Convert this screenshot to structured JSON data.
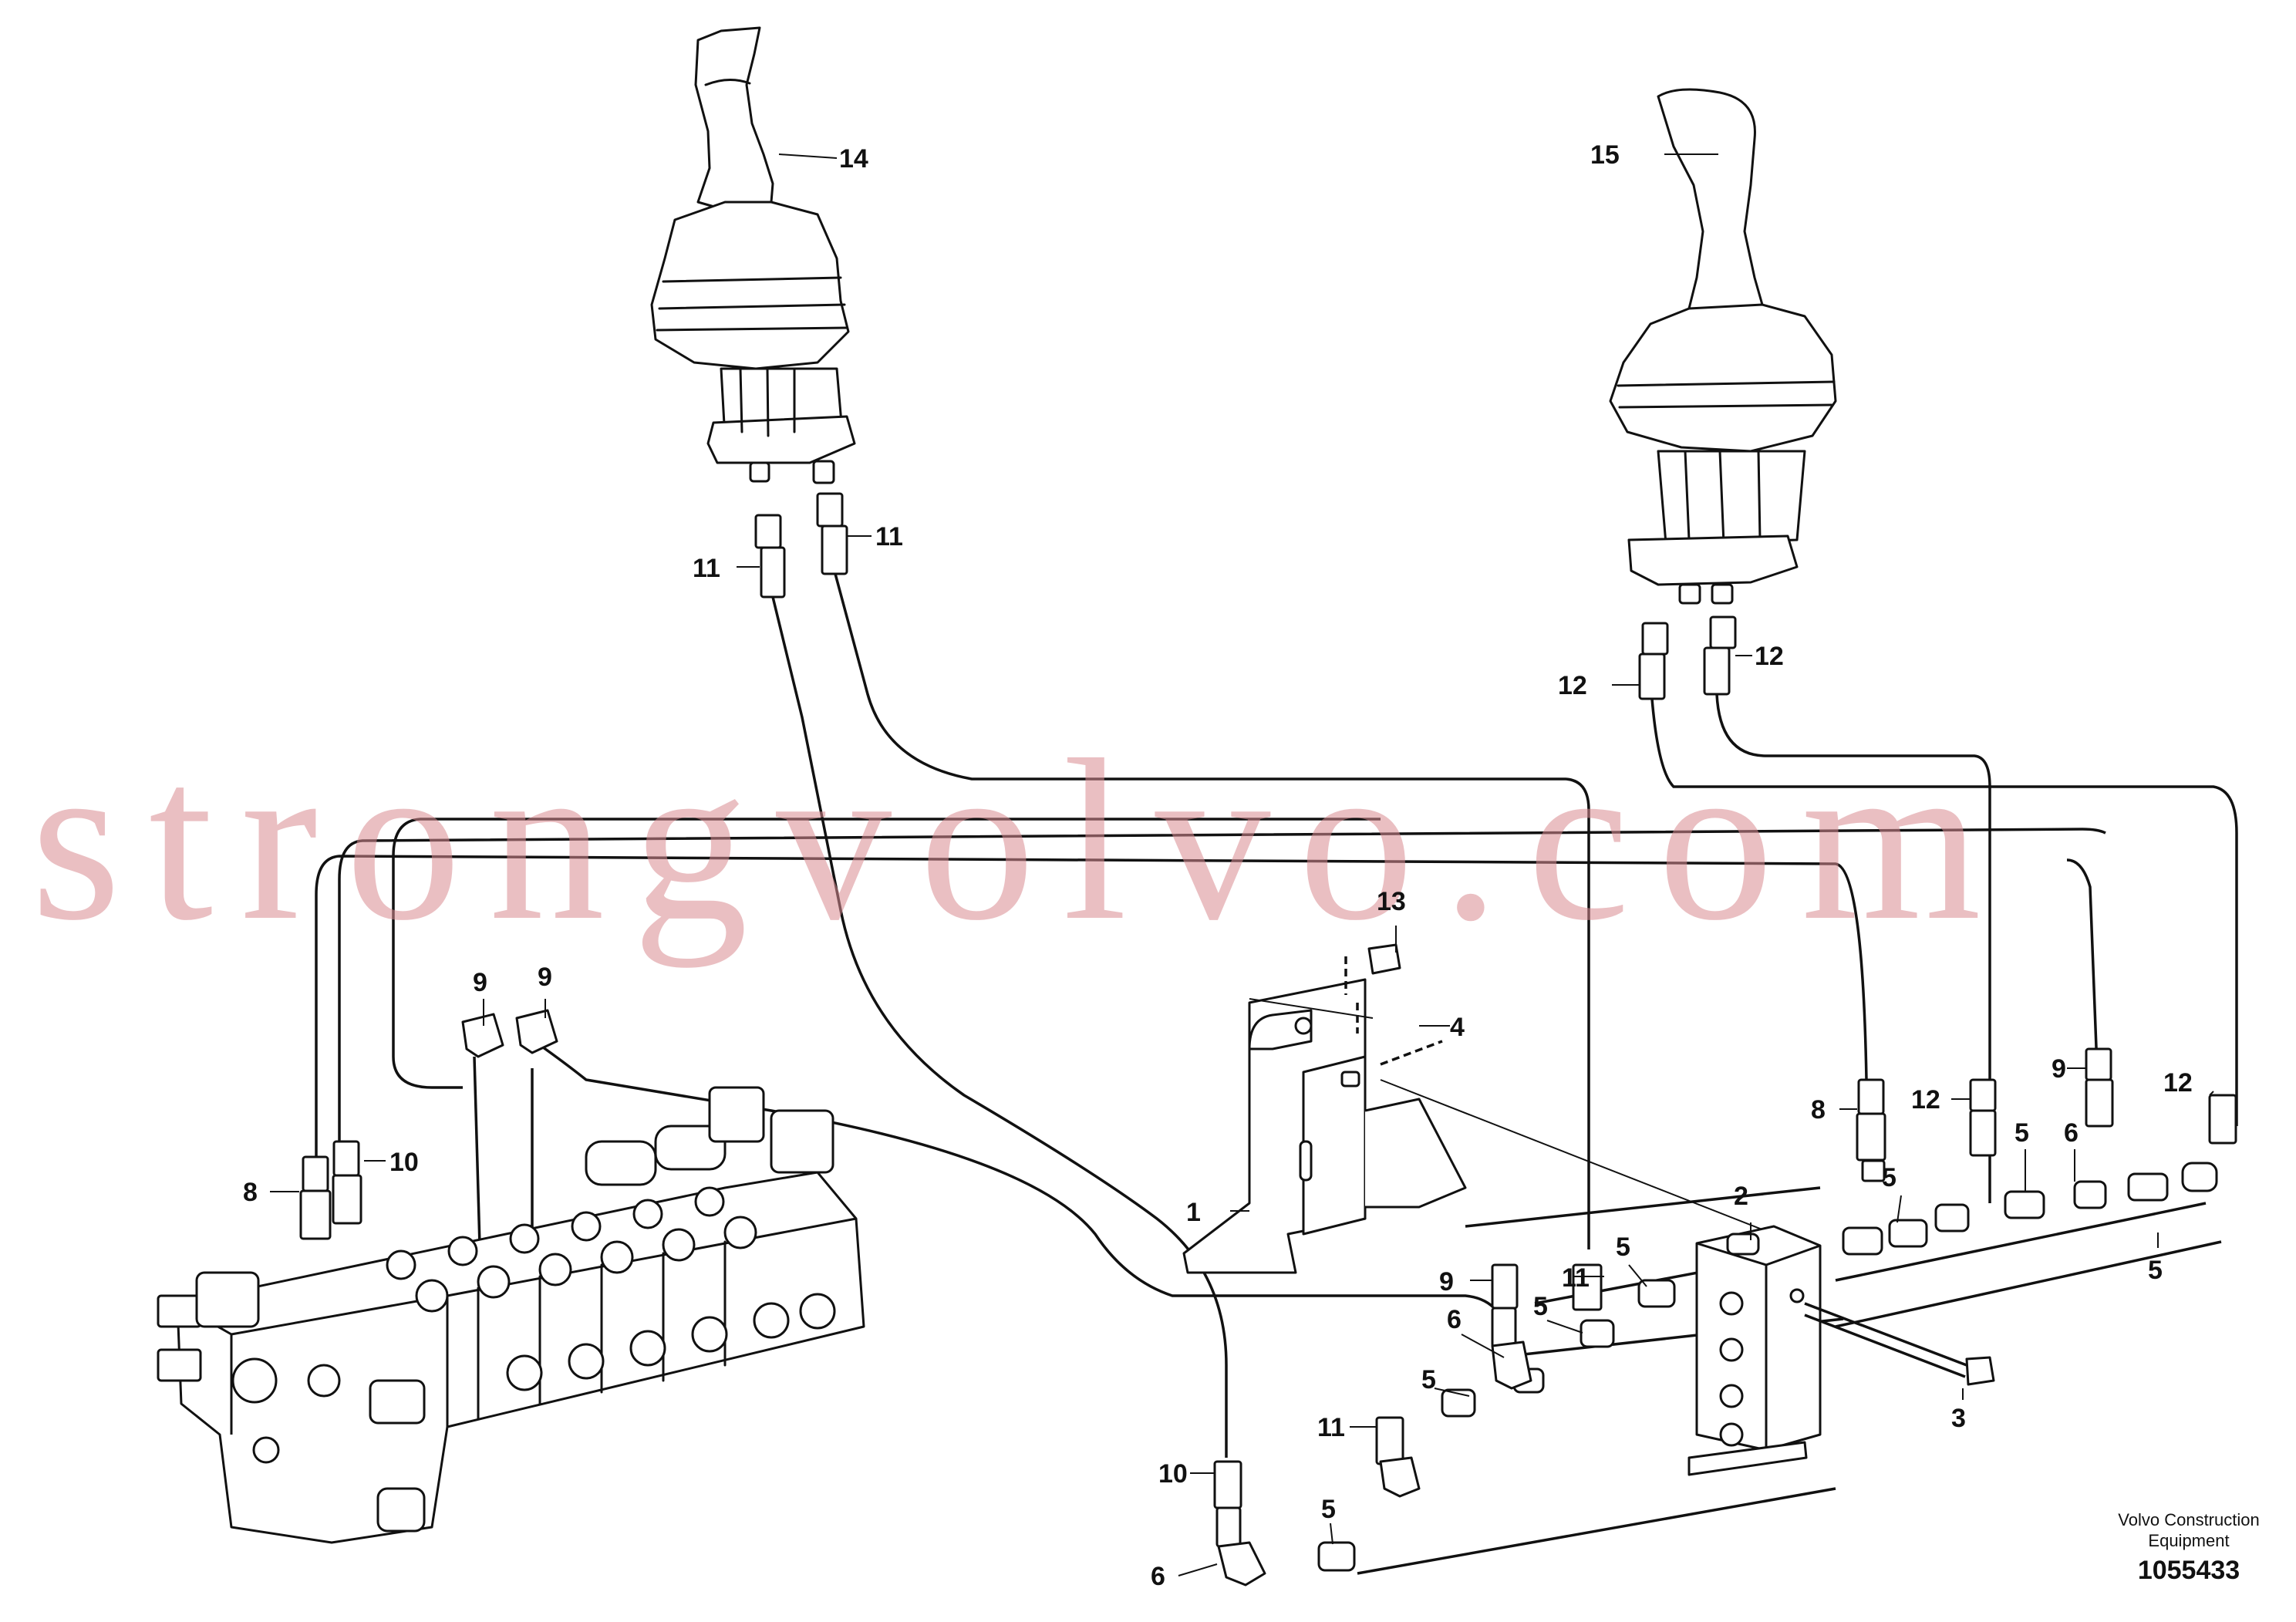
{
  "watermark": "strongvolvo.com",
  "brand_line1": "Volvo Construction",
  "brand_line2": "Equipment",
  "document_number": "1055433",
  "callouts": [
    {
      "id": "c14",
      "label": "14"
    },
    {
      "id": "c15",
      "label": "15"
    },
    {
      "id": "c11a",
      "label": "11"
    },
    {
      "id": "c11b",
      "label": "11"
    },
    {
      "id": "c12a",
      "label": "12"
    },
    {
      "id": "c12b",
      "label": "12"
    },
    {
      "id": "c13",
      "label": "13"
    },
    {
      "id": "c4",
      "label": "4"
    },
    {
      "id": "c9a",
      "label": "9"
    },
    {
      "id": "c9b",
      "label": "9"
    },
    {
      "id": "c10a",
      "label": "10"
    },
    {
      "id": "c8a",
      "label": "8"
    },
    {
      "id": "c1",
      "label": "1"
    },
    {
      "id": "c2",
      "label": "2"
    },
    {
      "id": "c3",
      "label": "3"
    },
    {
      "id": "c8b",
      "label": "8"
    },
    {
      "id": "c5a",
      "label": "5"
    },
    {
      "id": "c12c",
      "label": "12"
    },
    {
      "id": "c5b",
      "label": "5"
    },
    {
      "id": "c6a",
      "label": "6"
    },
    {
      "id": "c9c",
      "label": "9"
    },
    {
      "id": "c12d",
      "label": "12"
    },
    {
      "id": "c5c",
      "label": "5"
    },
    {
      "id": "c9d",
      "label": "9"
    },
    {
      "id": "c11c",
      "label": "11"
    },
    {
      "id": "c5d",
      "label": "5"
    },
    {
      "id": "c6b",
      "label": "6"
    },
    {
      "id": "c5e",
      "label": "5"
    },
    {
      "id": "c5f",
      "label": "5"
    },
    {
      "id": "c11d",
      "label": "11"
    },
    {
      "id": "c10b",
      "label": "10"
    },
    {
      "id": "c5g",
      "label": "5"
    },
    {
      "id": "c6c",
      "label": "6"
    }
  ]
}
